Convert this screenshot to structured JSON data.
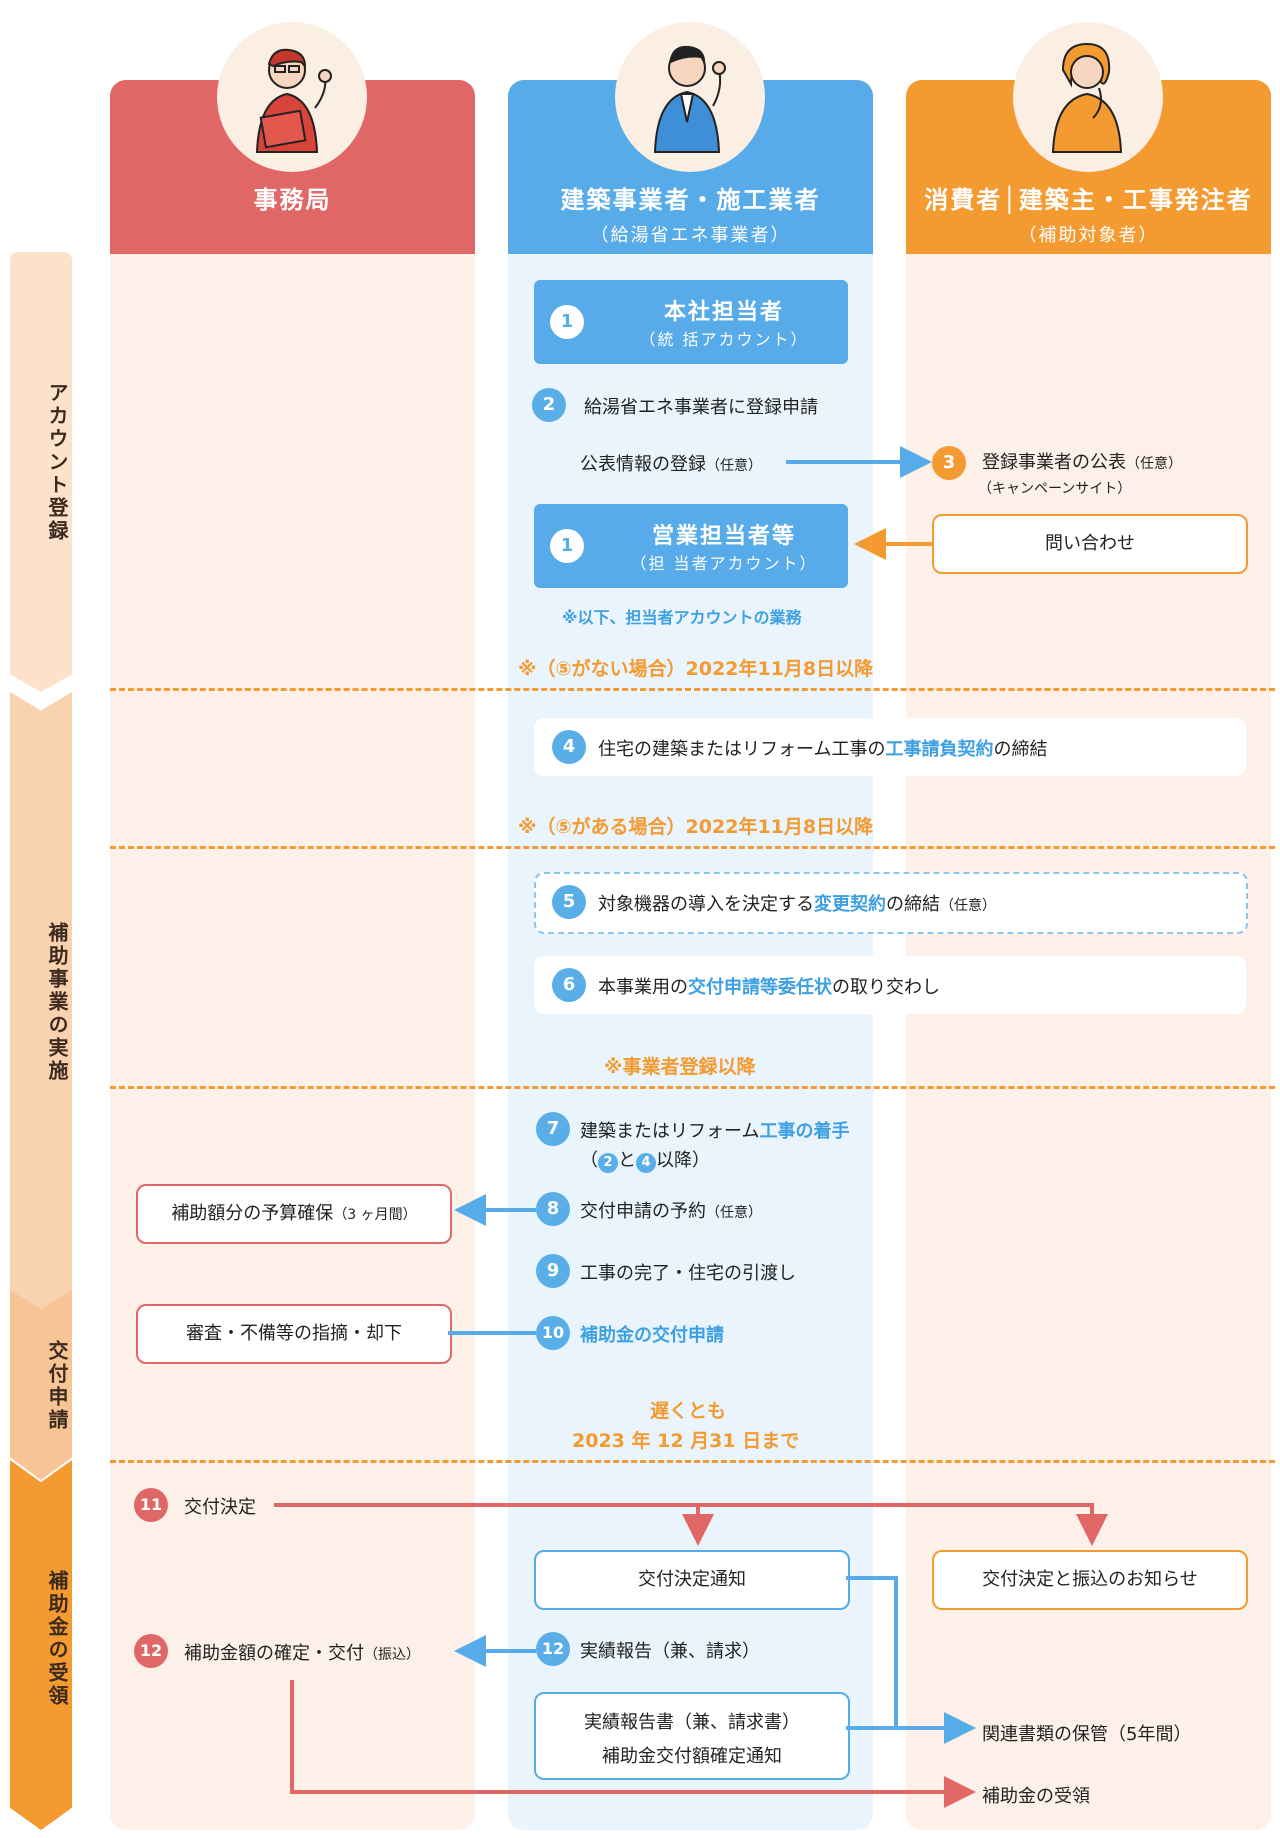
{
  "columns": {
    "secretariat": {
      "title": "事務局",
      "color": "#e16766"
    },
    "builder": {
      "title": "建築事業者・施工業者",
      "subtitle": "（給湯省エネ事業者）",
      "color": "#56abe8"
    },
    "consumer": {
      "title": "消費者│建築主・工事発注者",
      "subtitle": "（補助対象者）",
      "color": "#f39a31"
    }
  },
  "stages": [
    "アカウント登録",
    "補助事業の実施",
    "交付申請",
    "補助金の受領"
  ],
  "account": {
    "hq_num": "1",
    "hq_title": "本社担当者",
    "hq_sub": "（統 括アカウント）",
    "reg_num": "2",
    "reg_text": "給湯省エネ事業者に登録申請",
    "public_info": "公表情報の登録",
    "public_info_opt": "（任意）",
    "pub_num": "3",
    "pub_text": "登録事業者の公表",
    "pub_opt": "（任意）",
    "pub_sub": "（キャンペーンサイト）",
    "sales_num": "1",
    "sales_title": "営業担当者等",
    "sales_sub": "（担 当者アカウント）",
    "inquiry": "問い合わせ",
    "note_below": "※以下、担当者アカウントの業務"
  },
  "notes": {
    "n1": "※（⑤がない場合）2022年11月8日以降",
    "n2": "※（⑤がある場合）2022年11月8日以降",
    "n3": "※事業者登録以降",
    "n4_line1": "遅くとも",
    "n4_line2": "2023 年 12 月31 日まで"
  },
  "steps": {
    "s4_num": "4",
    "s4_a": "住宅の建築またはリフォーム工事の",
    "s4_hl": "工事請負契約",
    "s4_b": "の締結",
    "s5_num": "5",
    "s5_a": "対象機器の導入を決定する",
    "s5_hl": "変更契約",
    "s5_b": "の締結",
    "s5_opt": "（任意）",
    "s6_num": "6",
    "s6_a": "本事業用の",
    "s6_hl": "交付申請等委任状",
    "s6_b": "の取り交わし",
    "s7_num": "7",
    "s7_a": "建築またはリフォーム",
    "s7_hl": "工事の着手",
    "s7_l2a": "（",
    "s7_c1": "2",
    "s7_mid": "と",
    "s7_c2": "4",
    "s7_l2b": "以降）",
    "s8_num": "8",
    "s8_text": "交付申請の予約",
    "s8_opt": "（任意）",
    "budget": "補助額分の予算確保",
    "budget_opt": "（3 ヶ月間）",
    "s9_num": "9",
    "s9_text": "工事の完了・住宅の引渡し",
    "s10_num": "10",
    "s10_text": "補助金の交付申請",
    "review": "審査・不備等の指摘・却下"
  },
  "receive": {
    "s11_num": "11",
    "s11_text": "交付決定",
    "notice": "交付決定通知",
    "consumer_notice": "交付決定と振込のお知らせ",
    "s12a_num": "12",
    "s12a_text": "補助金額の確定・交付",
    "s12a_opt": "（振込）",
    "s12b_num": "12",
    "s12b_text": "実績報告（兼、請求）",
    "report_l1": "実績報告書（兼、請求書）",
    "report_l2": "補助金交付額確定通知",
    "keep": "関連書類の保管（5年間）",
    "receive": "補助金の受領"
  }
}
